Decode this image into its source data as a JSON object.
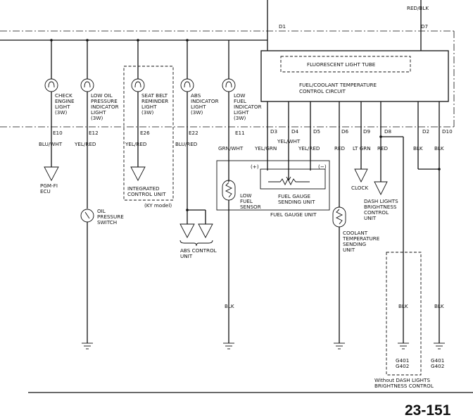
{
  "page_number": "23-151",
  "top_right_wire_color": "RED/BLK",
  "module": {
    "tube_label": "FLUORESCENT LIGHT TUBE",
    "circuit_label_1": "FUEL/COOLANT TEMPERATURE",
    "circuit_label_2": "CONTROL CIRCUIT",
    "pins": {
      "d1": "D1",
      "d7": "D7",
      "d3": "D3",
      "d4": "D4",
      "d5": "D5",
      "d6": "D6",
      "d9": "D9",
      "d8": "D8",
      "d2": "D2",
      "d10": "D10"
    }
  },
  "lights": {
    "check_engine": {
      "label": [
        "CHECK",
        "ENGINE",
        "LIGHT",
        "(3W)"
      ],
      "terminal": "E10",
      "wire": "BLU/WHT"
    },
    "low_oil": {
      "label": [
        "LOW OIL",
        "PRESSURE",
        "INDICATOR",
        "LIGHT",
        "(3W)"
      ],
      "terminal": "E12",
      "wire": "YEL/RED"
    },
    "seat_belt": {
      "label": [
        "SEAT BELT",
        "REMINDER",
        "LIGHT",
        "(3W)"
      ],
      "terminal": "E26",
      "wire": "YEL/RED"
    },
    "abs": {
      "label": [
        "ABS",
        "INDICATOR",
        "LIGHT",
        "(3W)"
      ],
      "terminal": "E22",
      "wire": "BLU/RED"
    },
    "low_fuel": {
      "label": [
        "LOW",
        "FUEL",
        "INDICATOR",
        "LIGHT",
        "(3W)"
      ],
      "terminal": "E11",
      "wire": "GRN/WHT"
    }
  },
  "wires": {
    "d3": "YEL/GRN",
    "d4": "YEL/WHT",
    "d5": "YEL/RED",
    "d6": "RED",
    "d9": "LT GRN",
    "d8": "RED",
    "d2": "BLK",
    "d10": "BLK",
    "low_fuel_ground": "BLK",
    "dash_ground_1": "BLK",
    "dash_ground_2": "BLK"
  },
  "components": {
    "pgm_fi": [
      "PGM-FI",
      "ECU"
    ],
    "oil_switch": [
      "OIL",
      "PRESSURE",
      "SWITCH"
    ],
    "integrated_control": [
      "INTEGRATED",
      "CONTROL UNIT"
    ],
    "ky_model": "(KY model)",
    "abs_control": [
      "ABS CONTROL",
      "UNIT"
    ],
    "low_fuel_sensor": [
      "LOW",
      "FUEL",
      "SENSOR"
    ],
    "plus": "(+)",
    "minus": "(−)",
    "fuel_gauge_sending": [
      "FUEL GAUGE",
      "SENDING UNIT"
    ],
    "fuel_gauge_unit": "FUEL GAUGE UNIT",
    "clock": "CLOCK",
    "dash_lights_control": [
      "DASH LIGHTS",
      "BRIGHTNESS",
      "CONTROL",
      "UNIT"
    ],
    "coolant_sending": [
      "COOLANT",
      "TEMPERATURE",
      "SENDING",
      "UNIT"
    ],
    "without_dash": [
      "Without DASH LIGHTS",
      "BRIGHTNESS CONTROL"
    ]
  },
  "grounds": {
    "g1": [
      "G401",
      "G402"
    ],
    "g2": [
      "G401",
      "G402"
    ]
  }
}
